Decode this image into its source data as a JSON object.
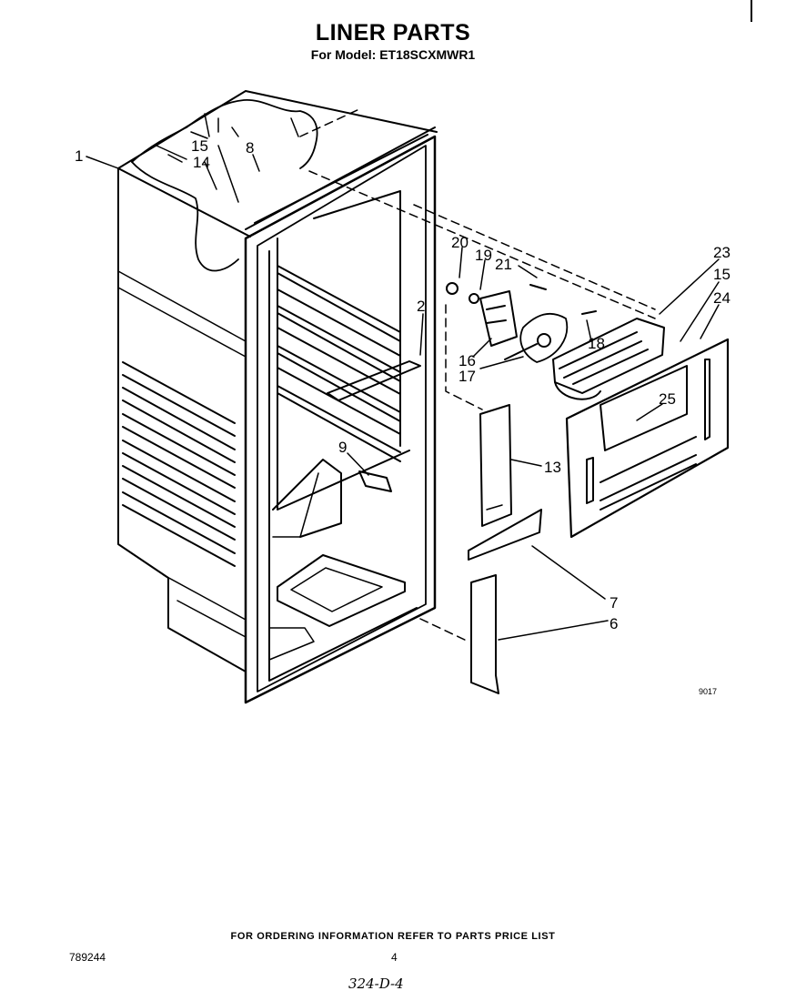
{
  "header": {
    "title": "LINER PARTS",
    "subtitle": "For Model: ET18SCXMWR1"
  },
  "diagram": {
    "callouts": [
      "1",
      "15",
      "14",
      "8",
      "2",
      "9",
      "20",
      "19",
      "21",
      "16",
      "17",
      "18",
      "23",
      "15",
      "24",
      "25",
      "13",
      "7",
      "6"
    ],
    "code": "9017"
  },
  "footer": {
    "ordering_note": "FOR ORDERING INFORMATION REFER TO PARTS PRICE LIST",
    "doc_number": "789244",
    "page_number": "4",
    "handwritten": "324-D-4"
  }
}
